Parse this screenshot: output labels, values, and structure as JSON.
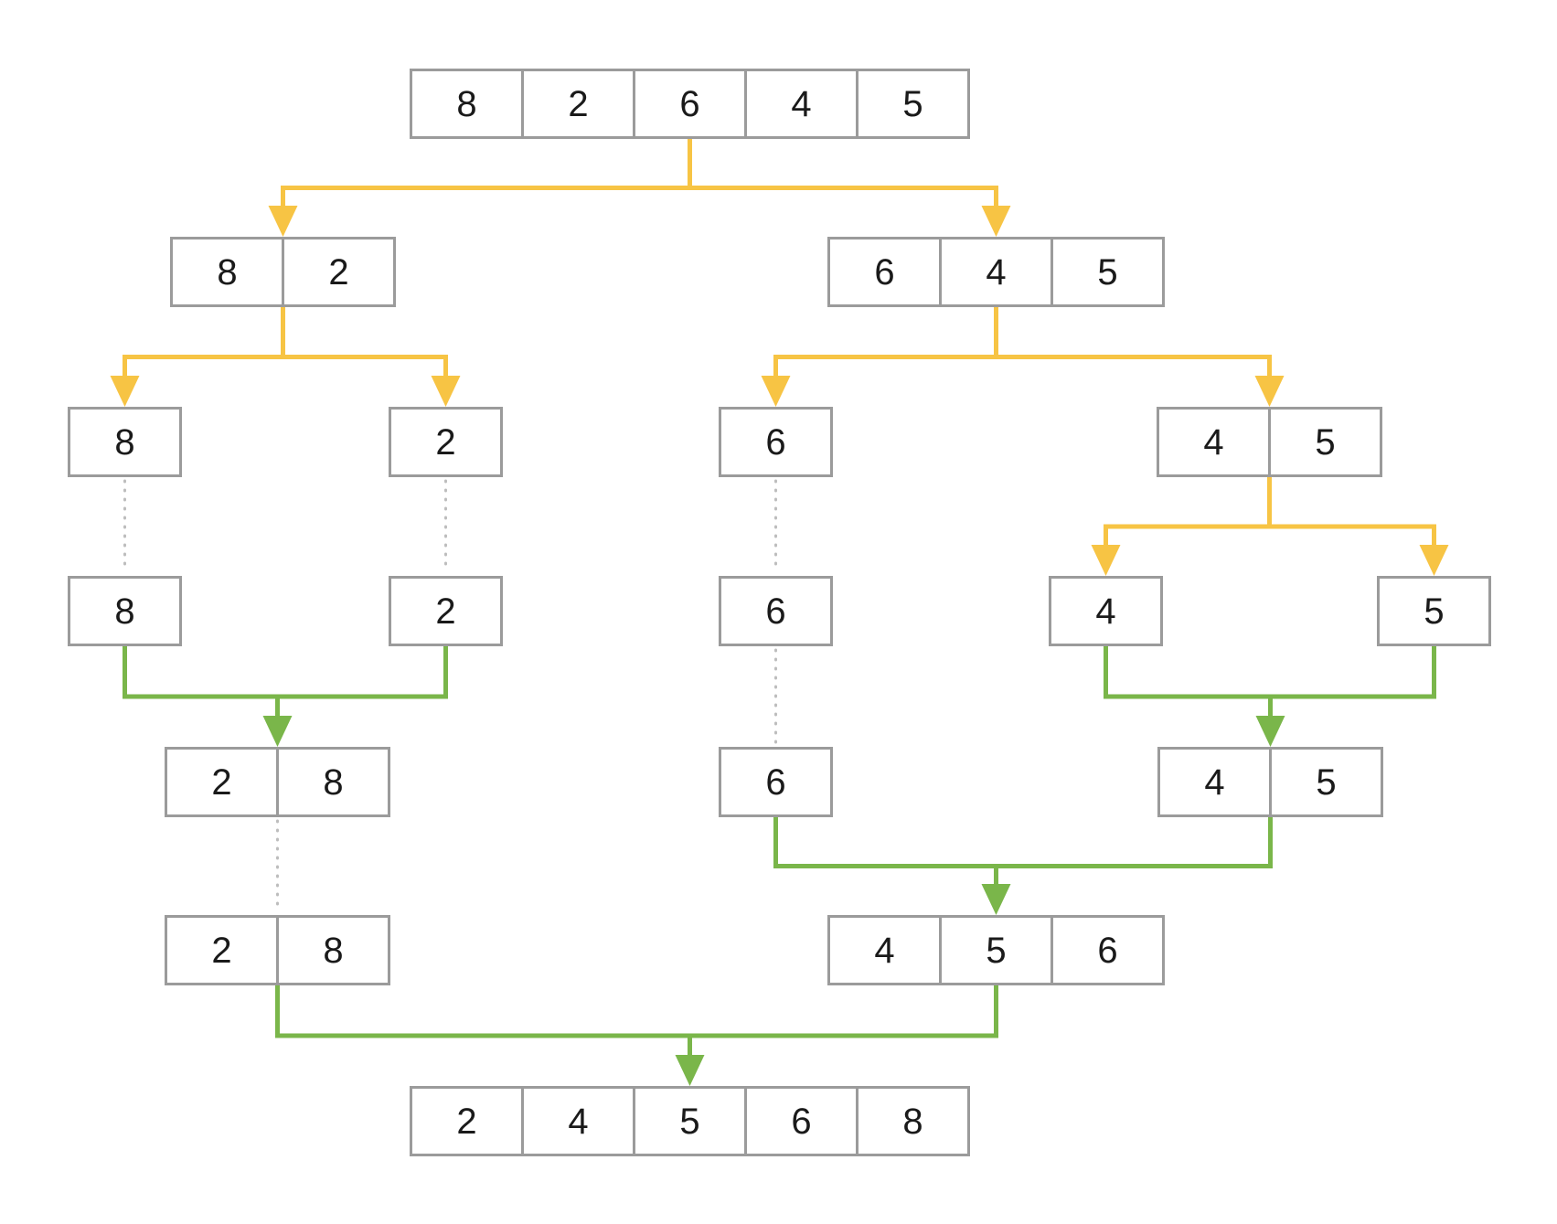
{
  "diagram": {
    "name": "merge-sort-visualization",
    "boxes": [
      {
        "id": "root",
        "values": [
          "8",
          "2",
          "6",
          "4",
          "5"
        ]
      },
      {
        "id": "l-82",
        "values": [
          "8",
          "2"
        ]
      },
      {
        "id": "r-645",
        "values": [
          "6",
          "4",
          "5"
        ]
      },
      {
        "id": "l-8",
        "values": [
          "8"
        ]
      },
      {
        "id": "l-2",
        "values": [
          "2"
        ]
      },
      {
        "id": "r-6",
        "values": [
          "6"
        ]
      },
      {
        "id": "r-45",
        "values": [
          "4",
          "5"
        ]
      },
      {
        "id": "l-8b",
        "values": [
          "8"
        ]
      },
      {
        "id": "l-2b",
        "values": [
          "2"
        ]
      },
      {
        "id": "r-6b",
        "values": [
          "6"
        ]
      },
      {
        "id": "r-4",
        "values": [
          "4"
        ]
      },
      {
        "id": "r-5",
        "values": [
          "5"
        ]
      },
      {
        "id": "l-28",
        "values": [
          "2",
          "8"
        ]
      },
      {
        "id": "r-6c",
        "values": [
          "6"
        ]
      },
      {
        "id": "r-45m",
        "values": [
          "4",
          "5"
        ]
      },
      {
        "id": "l-28b",
        "values": [
          "2",
          "8"
        ]
      },
      {
        "id": "r-456",
        "values": [
          "4",
          "5",
          "6"
        ]
      },
      {
        "id": "final",
        "values": [
          "2",
          "4",
          "5",
          "6",
          "8"
        ]
      }
    ],
    "edges": [
      {
        "type": "split",
        "from": "root",
        "to": [
          "l-82",
          "r-645"
        ]
      },
      {
        "type": "split",
        "from": "l-82",
        "to": [
          "l-8",
          "l-2"
        ]
      },
      {
        "type": "split",
        "from": "r-645",
        "to": [
          "r-6",
          "r-45"
        ]
      },
      {
        "type": "split",
        "from": "r-45",
        "to": [
          "r-4",
          "r-5"
        ]
      },
      {
        "type": "pass",
        "from": "l-8",
        "to": "l-8b"
      },
      {
        "type": "pass",
        "from": "l-2",
        "to": "l-2b"
      },
      {
        "type": "pass",
        "from": "r-6",
        "to": "r-6b"
      },
      {
        "type": "pass",
        "from": "r-6b",
        "to": "r-6c"
      },
      {
        "type": "pass",
        "from": "l-28",
        "to": "l-28b"
      },
      {
        "type": "merge",
        "from": [
          "l-8b",
          "l-2b"
        ],
        "to": "l-28"
      },
      {
        "type": "merge",
        "from": [
          "r-4",
          "r-5"
        ],
        "to": "r-45m"
      },
      {
        "type": "merge",
        "from": [
          "r-6c",
          "r-45m"
        ],
        "to": "r-456"
      },
      {
        "type": "merge",
        "from": [
          "l-28b",
          "r-456"
        ],
        "to": "final"
      }
    ]
  },
  "colors": {
    "split_arrow": "#F7C444",
    "merge_arrow": "#7AB64A",
    "box_border": "#9B9B9B",
    "pass_dotted": "#BDBDBD",
    "text": "#1A1A1A",
    "background": "#FFFFFF"
  }
}
